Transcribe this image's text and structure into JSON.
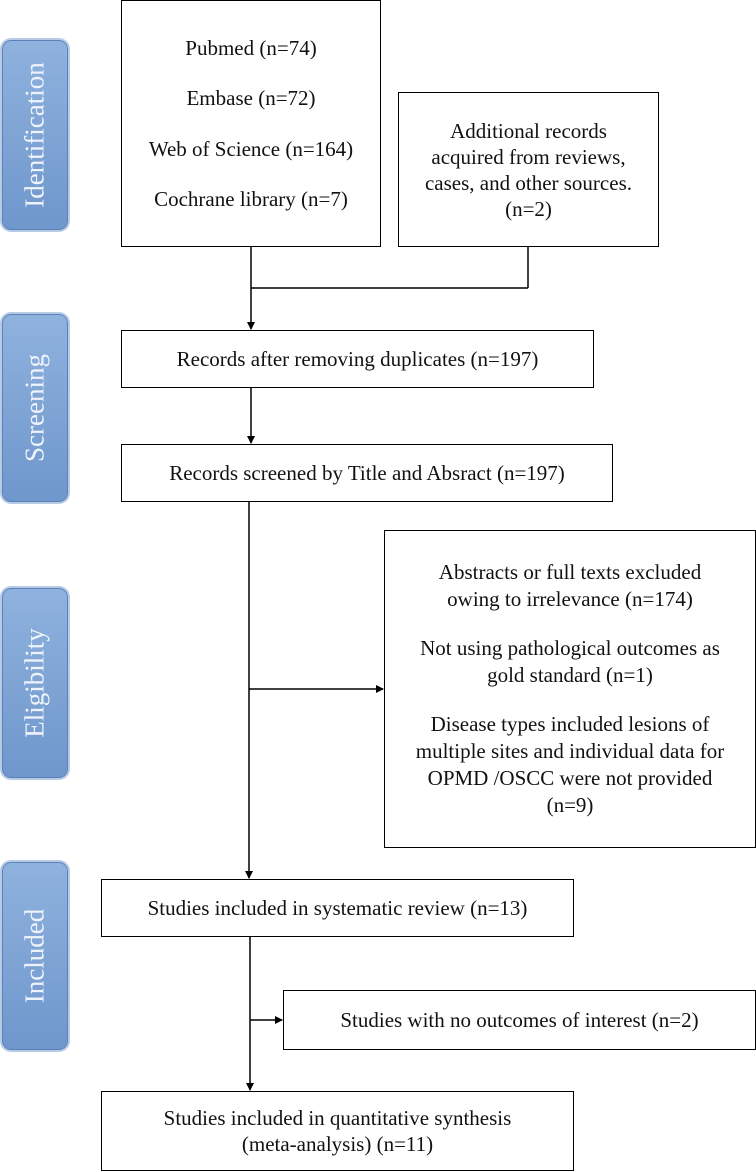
{
  "stages": {
    "identification": "Identification",
    "screening": "Screening",
    "eligibility": "Eligibility",
    "included": "Included"
  },
  "boxes": {
    "databases": [
      "Pubmed (n=74)",
      "Embase (n=72)",
      "Web of Science (n=164)",
      "Cochrane library (n=7)"
    ],
    "additional": [
      "Additional records",
      "acquired from reviews,",
      "cases, and other sources.",
      "(n=2)"
    ],
    "duplicates_removed": "Records after removing duplicates (n=197)",
    "screened": "Records screened by Title and Absract (n=197)",
    "excluded": [
      [
        "Abstracts or full texts excluded",
        "owing to irrelevance (n=174)"
      ],
      [
        "Not using pathological outcomes as",
        "gold standard (n=1)"
      ],
      [
        "Disease types included lesions of",
        "multiple sites and individual data for",
        "OPMD /OSCC were not provided",
        "(n=9)"
      ]
    ],
    "systematic_review": "Studies included in systematic review (n=13)",
    "no_outcomes": "Studies with no outcomes of interest (n=2)",
    "quantitative": [
      "Studies included in quantitative synthesis",
      "(meta-analysis) (n=11)"
    ]
  }
}
